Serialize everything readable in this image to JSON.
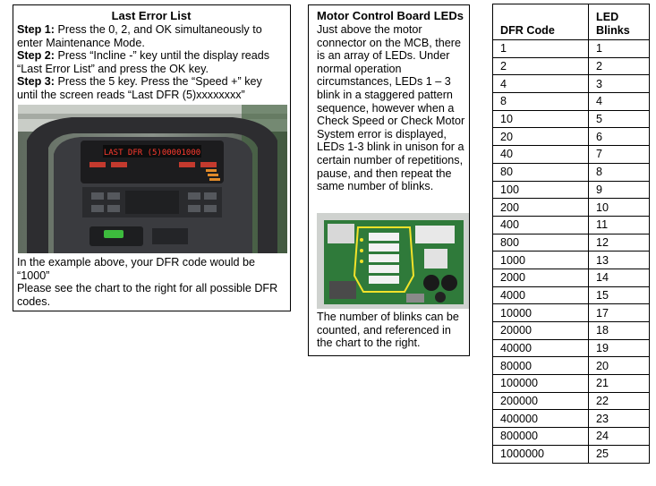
{
  "error_list": {
    "title": "Last Error List",
    "step1_label": "Step 1:",
    "step1_text": " Press the 0, 2, and OK simultaneously to enter Maintenance Mode.",
    "step2_label": "Step 2:",
    "step2_text": " Press “Incline -” key until the display reads “Last Error List” and press the OK key.",
    "step3_label": "Step 3:",
    "step3_text": " Press the 5 key. Press the “Speed +” key until the screen reads “Last DFR (5)xxxxxxxx”",
    "display_text": "LAST DFR (5)00001000",
    "example_text": "In the example above, your DFR code would be “1000”",
    "chart_note": "Please see the chart to the right for all possible DFR codes."
  },
  "mcb": {
    "title": "Motor Control Board LEDs",
    "body": "Just above the motor connector on the MCB, there is an array of LEDs. Under normal operation circumstances, LEDs 1 – 3 blink in a staggered pattern sequence, however when a Check Speed or Check Motor System error is displayed, LEDs 1-3 blink in unison for a certain number of repetitions, pause, and then repeat the same number of blinks.",
    "footer": "The number of blinks can be counted, and referenced in the chart to the right."
  },
  "table": {
    "col1": "DFR Code",
    "col2_line1": "LED",
    "col2_line2": "Blinks",
    "rows": [
      [
        "1",
        "1"
      ],
      [
        "2",
        "2"
      ],
      [
        "4",
        "3"
      ],
      [
        "8",
        "4"
      ],
      [
        "10",
        "5"
      ],
      [
        "20",
        "6"
      ],
      [
        "40",
        "7"
      ],
      [
        "80",
        "8"
      ],
      [
        "100",
        "9"
      ],
      [
        "200",
        "10"
      ],
      [
        "400",
        "11"
      ],
      [
        "800",
        "12"
      ],
      [
        "1000",
        "13"
      ],
      [
        "2000",
        "14"
      ],
      [
        "4000",
        "15"
      ],
      [
        "10000",
        "17"
      ],
      [
        "20000",
        "18"
      ],
      [
        "40000",
        "19"
      ],
      [
        "80000",
        "20"
      ],
      [
        "100000",
        "21"
      ],
      [
        "200000",
        "22"
      ],
      [
        "400000",
        "23"
      ],
      [
        "800000",
        "24"
      ],
      [
        "1000000",
        "25"
      ]
    ]
  }
}
